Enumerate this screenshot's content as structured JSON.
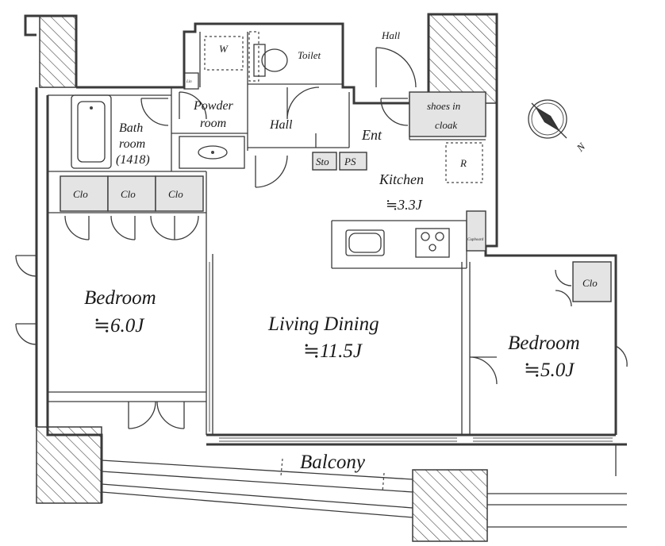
{
  "rooms": {
    "hall_top": "Hall",
    "toilet": "Toilet",
    "washer": "W",
    "linen": "Lin",
    "powder_room_1": "Powder",
    "powder_room_2": "room",
    "bath_1": "Bath",
    "bath_2": "room",
    "bath_3": "(1418)",
    "hall_mid": "Hall",
    "entrance": "Ent",
    "shoes_cloak_1": "shoes in",
    "shoes_cloak_2": "cloak",
    "storage": "Sto",
    "pipe_space": "PS",
    "fridge": "R",
    "kitchen": "Kitchen",
    "kitchen_size": "≒3.3J",
    "closet_1": "Clo",
    "closet_2": "Clo",
    "closet_3": "Clo",
    "closet_4": "Clo",
    "cupboard": "Cupboard",
    "bedroom_left": "Bedroom",
    "bedroom_left_size": "≒6.0J",
    "living_dining": "Living Dining",
    "living_dining_size": "≒11.5J",
    "bedroom_right": "Bedroom",
    "bedroom_right_size": "≒5.0J",
    "balcony": "Balcony"
  },
  "compass": {
    "north_label": "N"
  }
}
